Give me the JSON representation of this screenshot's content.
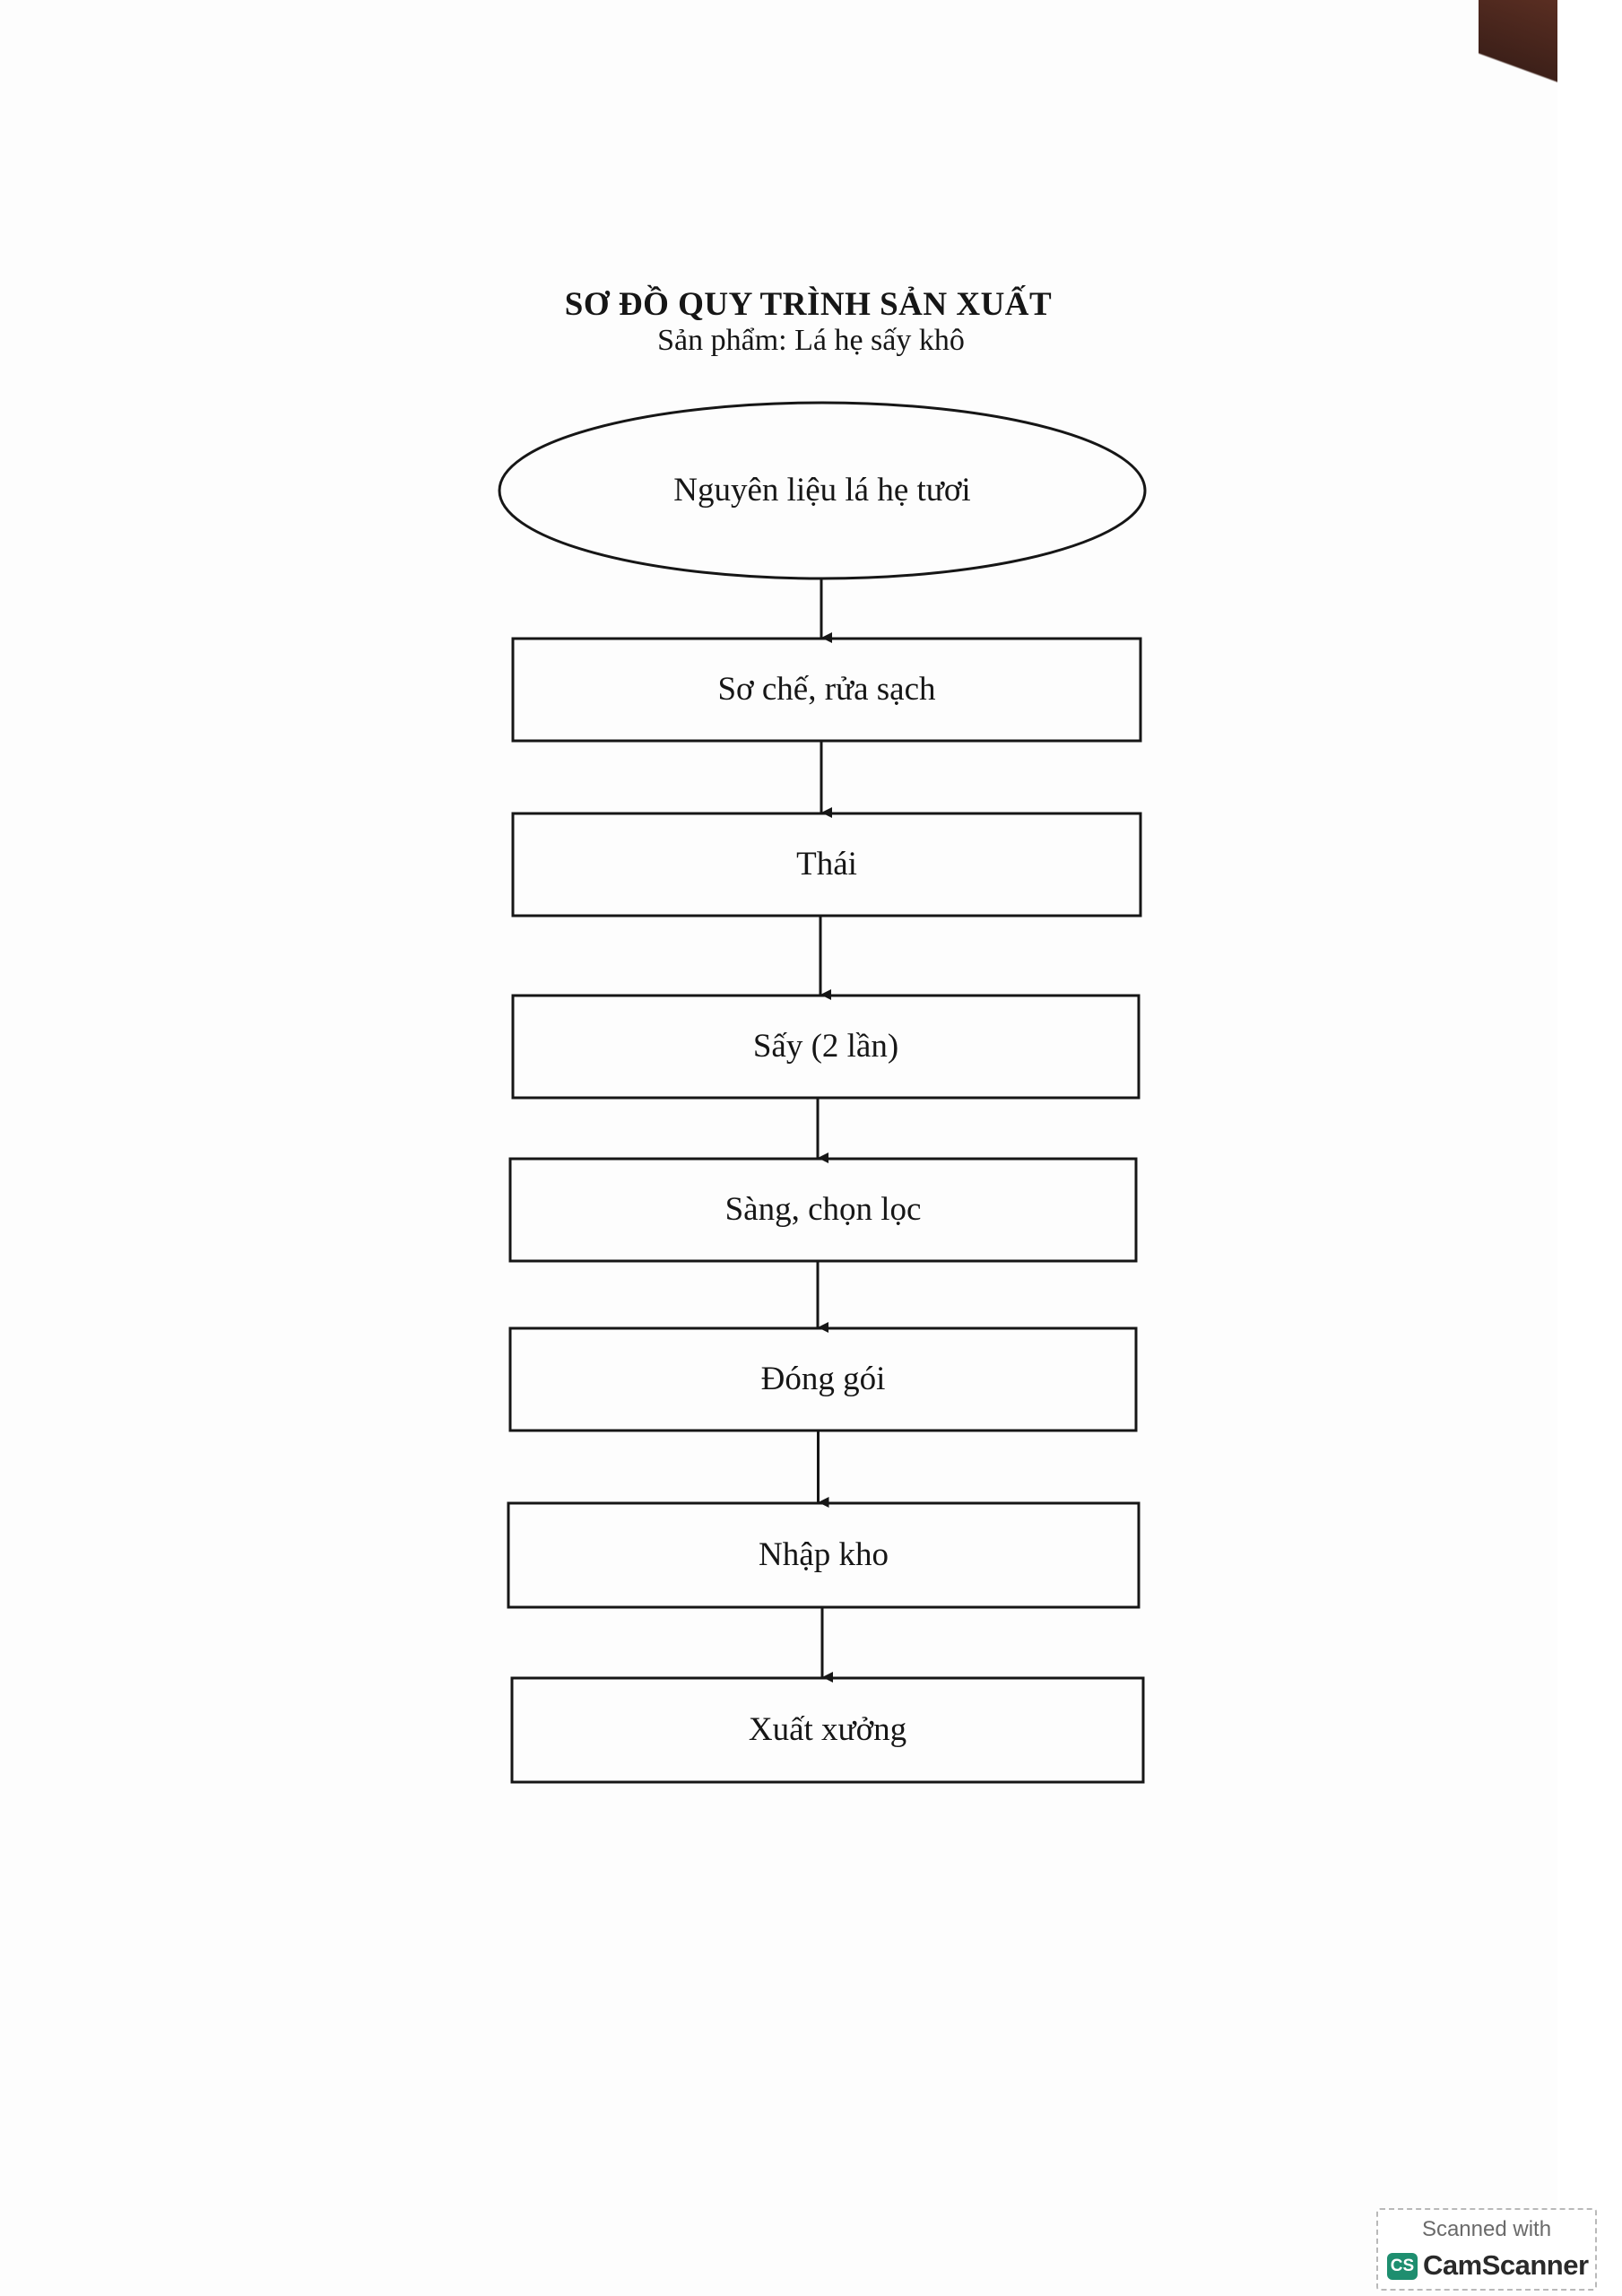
{
  "document": {
    "title": "SƠ ĐỒ QUY TRÌNH SẢN XUẤT",
    "subtitle": "Sản phẩm: Lá hẹ sấy khô"
  },
  "flowchart": {
    "start": "Nguyên liệu lá hẹ tươi",
    "steps": [
      "Sơ chế, rửa sạch",
      "Thái",
      "Sấy (2 lần)",
      "Sàng, chọn lọc",
      "Đóng gói",
      "Nhập kho",
      "Xuất xưởng"
    ]
  },
  "watermark": {
    "line1": "Scanned with",
    "logo_text": "CS",
    "brand": "CamScanner"
  },
  "colors": {
    "ink": "#161616",
    "paper": "#fdfdfd",
    "badge_green": "#1e8e6f"
  }
}
